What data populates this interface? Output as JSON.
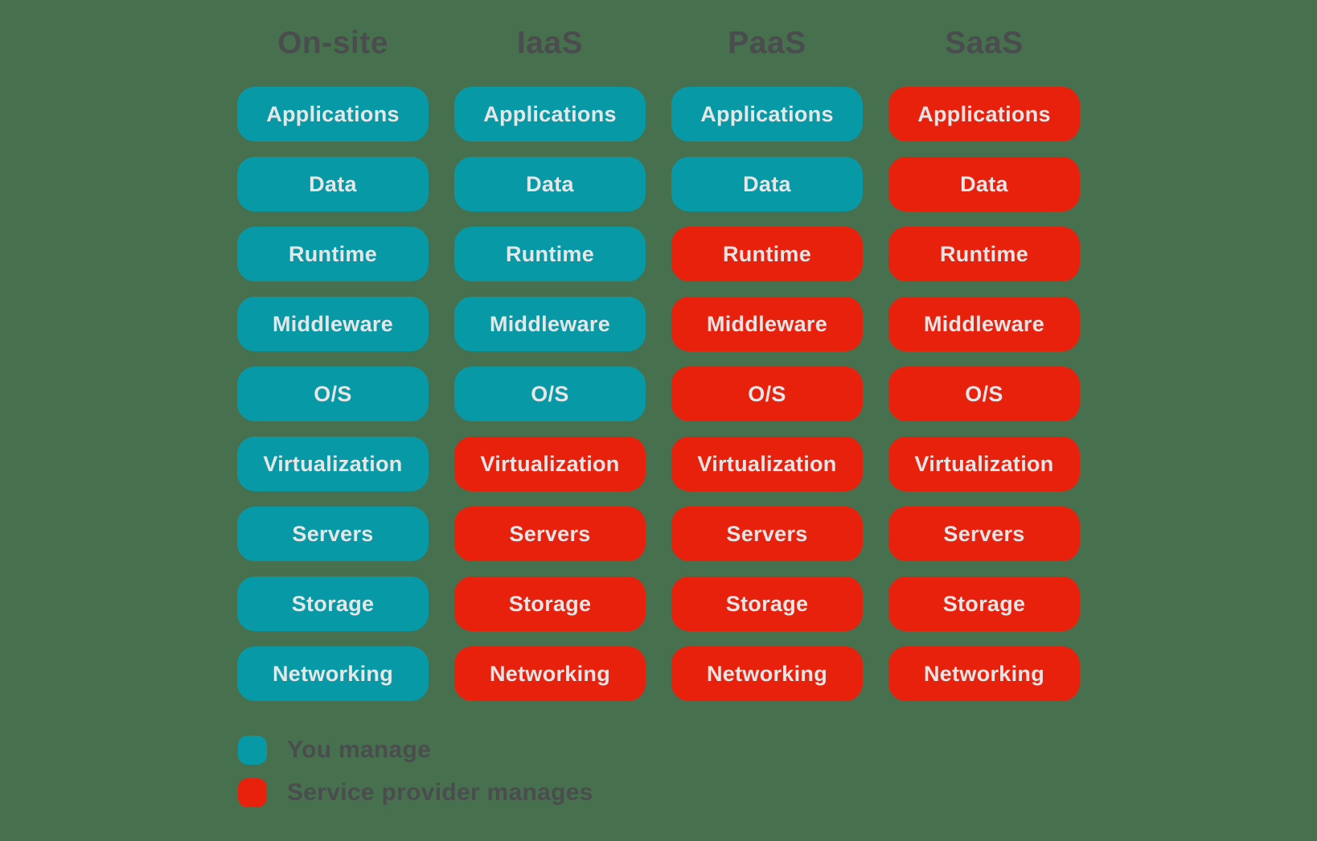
{
  "colors": {
    "background": "#47714e",
    "you_manage": "#0799a6",
    "provider_manages": "#e8210d",
    "pill_label": "#e6e6e6",
    "heading_text": "#4b4c4e"
  },
  "columns": [
    {
      "header": "On-site",
      "cells": [
        {
          "label": "Applications",
          "managed_by": "you"
        },
        {
          "label": "Data",
          "managed_by": "you"
        },
        {
          "label": "Runtime",
          "managed_by": "you"
        },
        {
          "label": "Middleware",
          "managed_by": "you"
        },
        {
          "label": "O/S",
          "managed_by": "you"
        },
        {
          "label": "Virtualization",
          "managed_by": "you"
        },
        {
          "label": "Servers",
          "managed_by": "you"
        },
        {
          "label": "Storage",
          "managed_by": "you"
        },
        {
          "label": "Networking",
          "managed_by": "you"
        }
      ]
    },
    {
      "header": "IaaS",
      "cells": [
        {
          "label": "Applications",
          "managed_by": "you"
        },
        {
          "label": "Data",
          "managed_by": "you"
        },
        {
          "label": "Runtime",
          "managed_by": "you"
        },
        {
          "label": "Middleware",
          "managed_by": "you"
        },
        {
          "label": "O/S",
          "managed_by": "you"
        },
        {
          "label": "Virtualization",
          "managed_by": "provider"
        },
        {
          "label": "Servers",
          "managed_by": "provider"
        },
        {
          "label": "Storage",
          "managed_by": "provider"
        },
        {
          "label": "Networking",
          "managed_by": "provider"
        }
      ]
    },
    {
      "header": "PaaS",
      "cells": [
        {
          "label": "Applications",
          "managed_by": "you"
        },
        {
          "label": "Data",
          "managed_by": "you"
        },
        {
          "label": "Runtime",
          "managed_by": "provider"
        },
        {
          "label": "Middleware",
          "managed_by": "provider"
        },
        {
          "label": "O/S",
          "managed_by": "provider"
        },
        {
          "label": "Virtualization",
          "managed_by": "provider"
        },
        {
          "label": "Servers",
          "managed_by": "provider"
        },
        {
          "label": "Storage",
          "managed_by": "provider"
        },
        {
          "label": "Networking",
          "managed_by": "provider"
        }
      ]
    },
    {
      "header": "SaaS",
      "cells": [
        {
          "label": "Applications",
          "managed_by": "provider"
        },
        {
          "label": "Data",
          "managed_by": "provider"
        },
        {
          "label": "Runtime",
          "managed_by": "provider"
        },
        {
          "label": "Middleware",
          "managed_by": "provider"
        },
        {
          "label": "O/S",
          "managed_by": "provider"
        },
        {
          "label": "Virtualization",
          "managed_by": "provider"
        },
        {
          "label": "Servers",
          "managed_by": "provider"
        },
        {
          "label": "Storage",
          "managed_by": "provider"
        },
        {
          "label": "Networking",
          "managed_by": "provider"
        }
      ]
    }
  ],
  "legend": {
    "items": [
      {
        "label": "You manage",
        "managed_by": "you"
      },
      {
        "label": "Service provider manages",
        "managed_by": "provider"
      }
    ]
  }
}
